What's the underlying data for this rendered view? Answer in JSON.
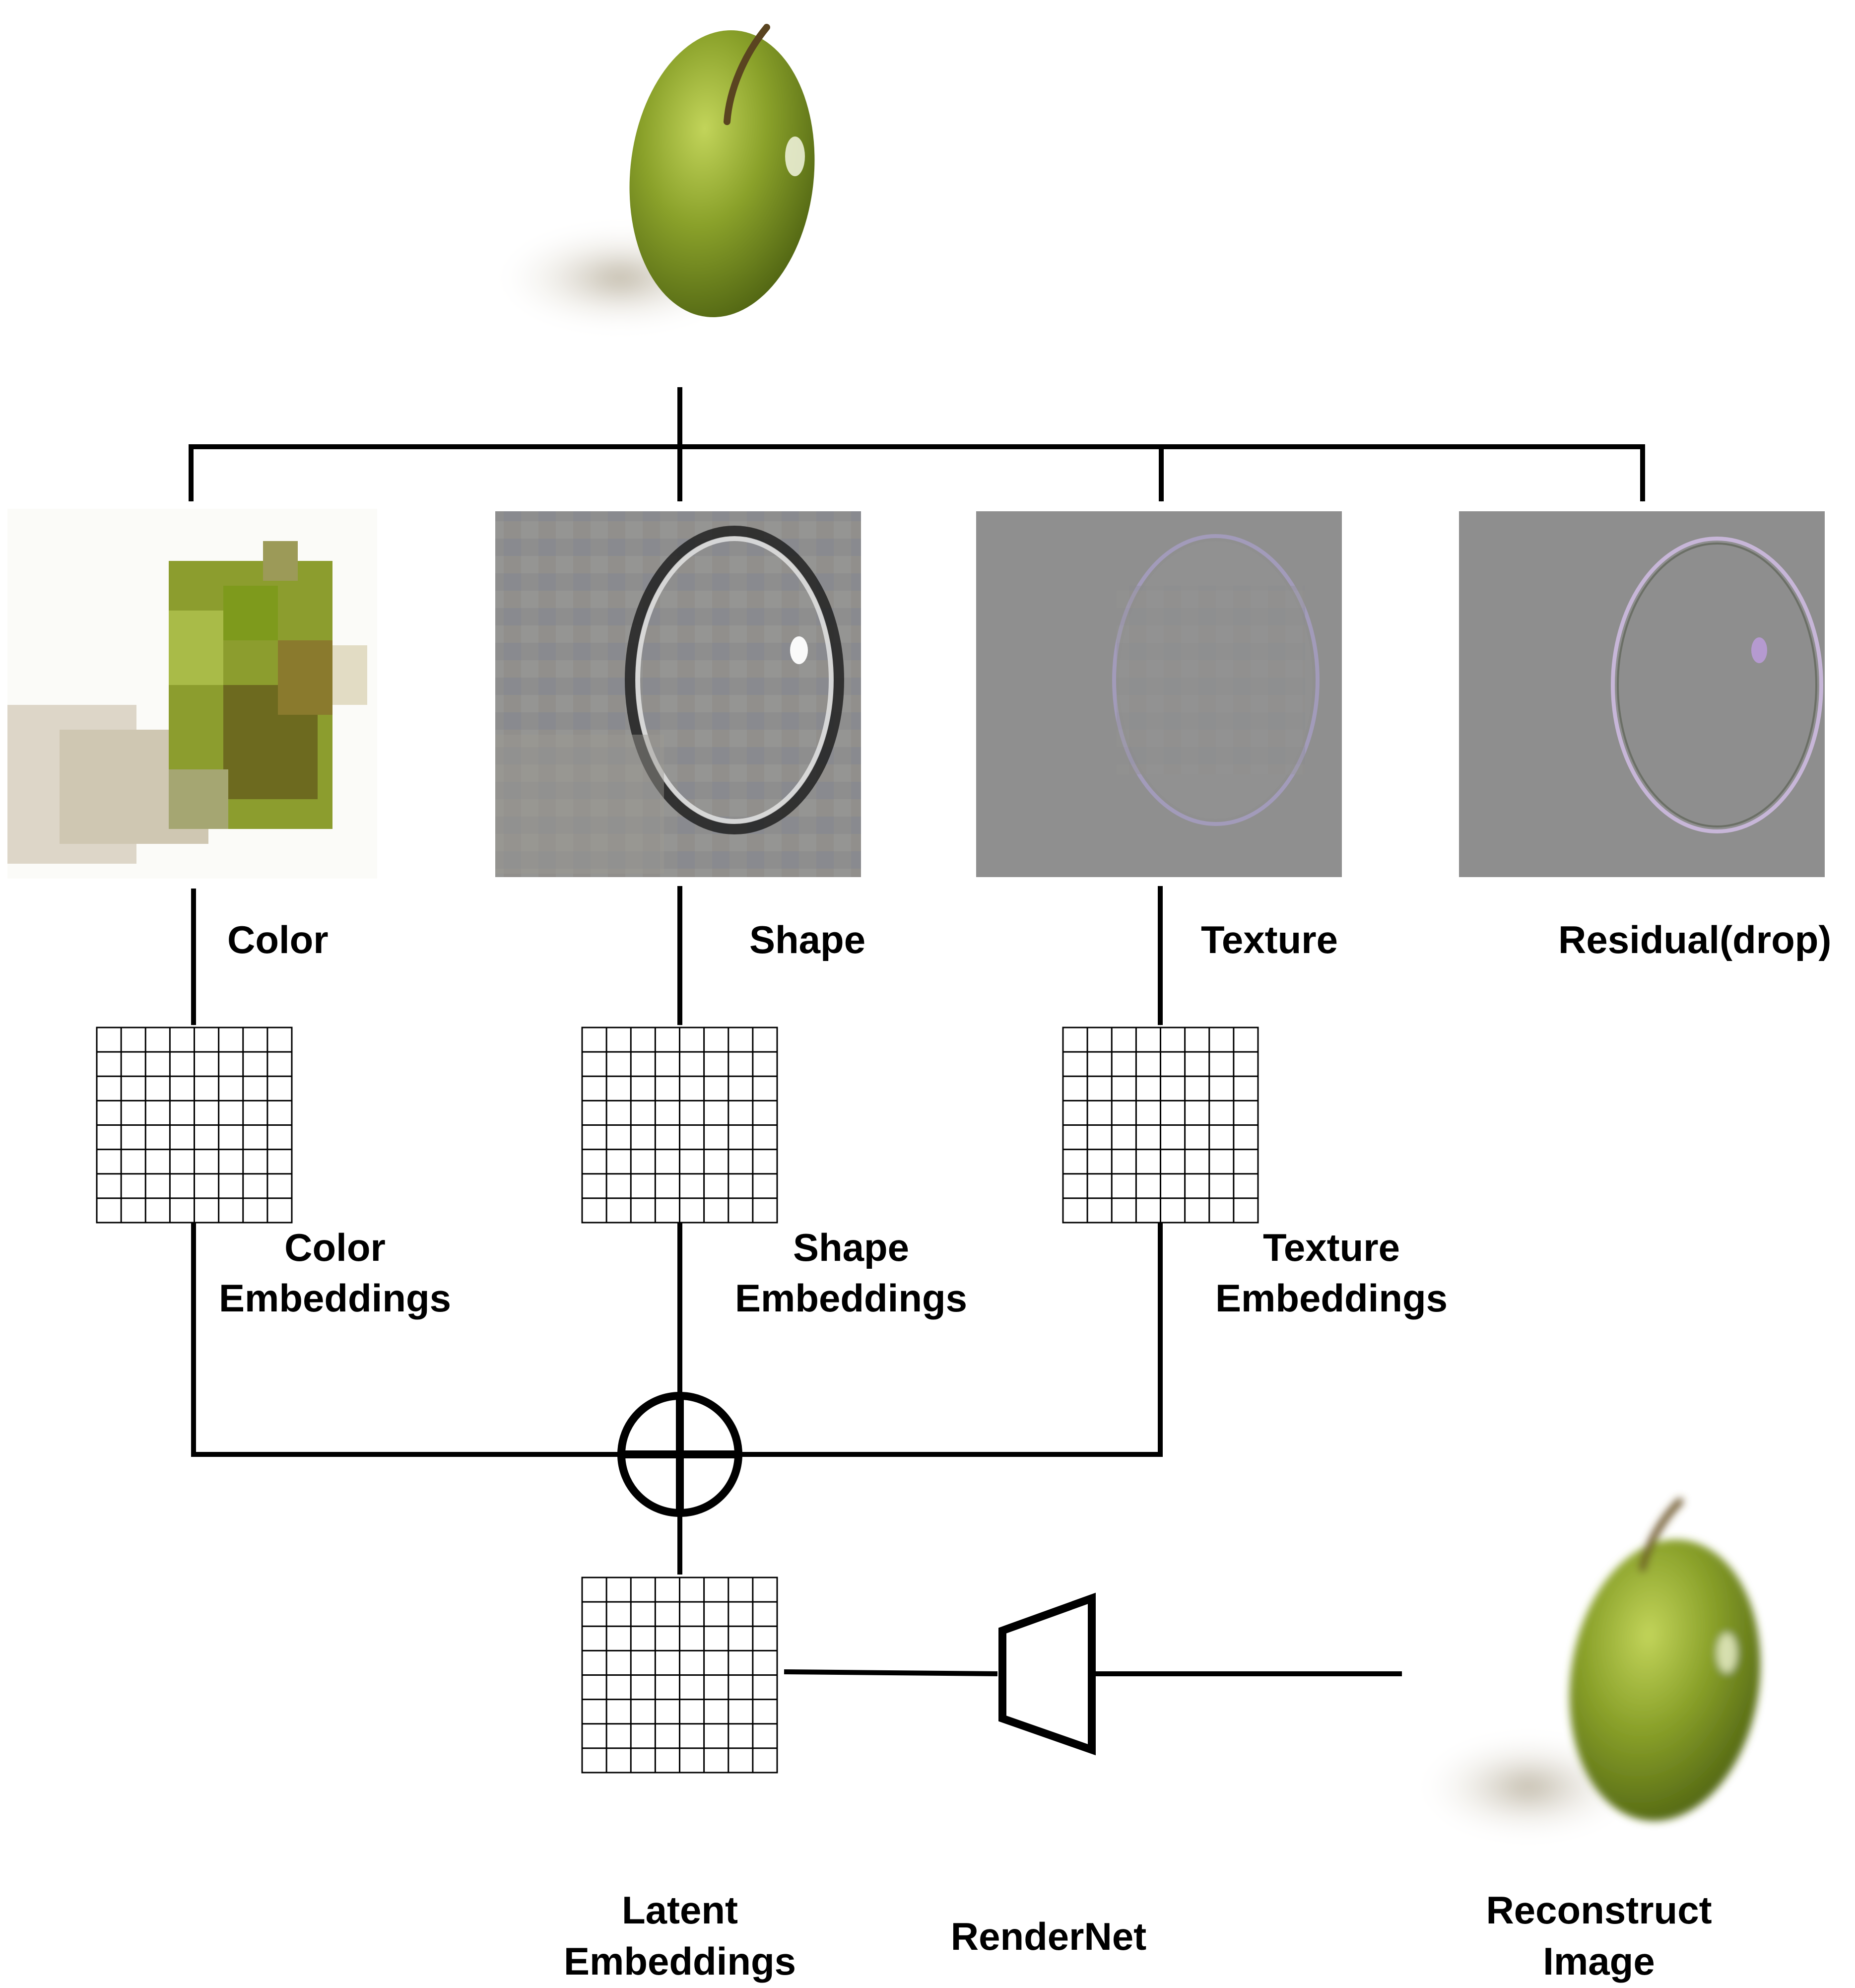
{
  "labels": {
    "color": "Color",
    "shape": "Shape",
    "texture": "Texture",
    "residual": "Residual(drop)",
    "color_emb_1": "Color",
    "color_emb_2": "Embeddings",
    "shape_emb_1": "Shape",
    "shape_emb_2": "Embeddings",
    "texture_emb_1": "Texture",
    "texture_emb_2": "Embeddings",
    "latent_1": "Latent",
    "latent_2": "Embeddings",
    "rendernet": "RenderNet",
    "recon_1": "Reconstruct",
    "recon_2": "Image"
  },
  "colors": {
    "apple_green": "#8aa12a",
    "apple_dark": "#4f6410",
    "decomp_gray": "#8c8c8c",
    "line": "#000000"
  },
  "icons": {
    "fusion": "circled-plus-icon",
    "decoder": "trapezoid-decoder-icon"
  },
  "grid": {
    "rows": 8,
    "cols": 8
  }
}
